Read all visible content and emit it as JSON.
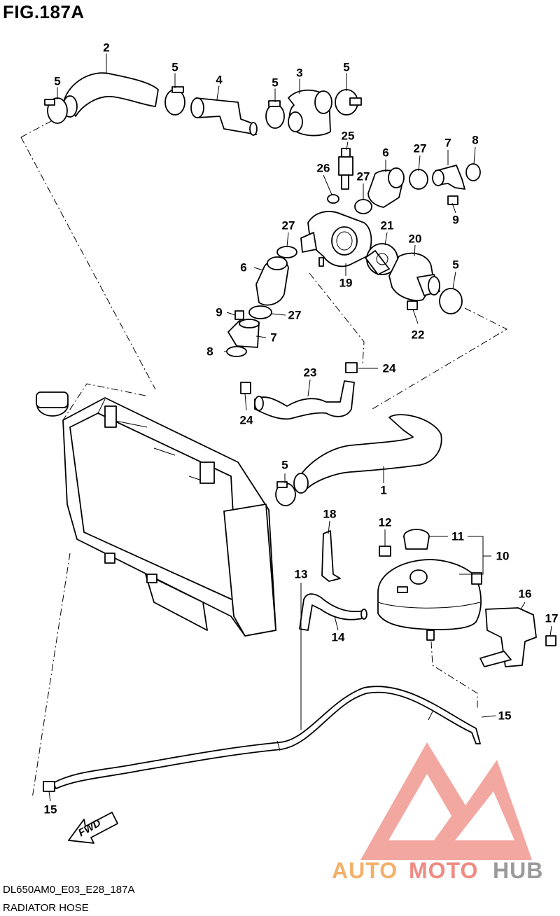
{
  "figure_title": "FIG.187A",
  "footer": {
    "diagram_code": "DL650AM0_E03_E28_187A",
    "section_name": "RADIATOR HOSE"
  },
  "direction_marker": {
    "label": "FWD",
    "icon": "fwd-arrow-icon"
  },
  "watermark": {
    "part1": "AUTO",
    "part2": "MOTO",
    "part3": "HUB",
    "colors": {
      "auto": "#f4b06a",
      "moto": "#f08a82",
      "hub": "#9a9a9a",
      "logo": "#f08a82"
    }
  },
  "callouts": [
    {
      "id": "c2",
      "label": "2"
    },
    {
      "id": "c5a",
      "label": "5"
    },
    {
      "id": "c5b",
      "label": "5"
    },
    {
      "id": "c4",
      "label": "4"
    },
    {
      "id": "c5c",
      "label": "5"
    },
    {
      "id": "c3",
      "label": "3"
    },
    {
      "id": "c5d",
      "label": "5"
    },
    {
      "id": "c25",
      "label": "25"
    },
    {
      "id": "c26",
      "label": "26"
    },
    {
      "id": "c27a",
      "label": "27"
    },
    {
      "id": "c6a",
      "label": "6"
    },
    {
      "id": "c27b",
      "label": "27"
    },
    {
      "id": "c7a",
      "label": "7"
    },
    {
      "id": "c8a",
      "label": "8"
    },
    {
      "id": "c9a",
      "label": "9"
    },
    {
      "id": "c27c",
      "label": "27"
    },
    {
      "id": "c21",
      "label": "21"
    },
    {
      "id": "c20",
      "label": "20"
    },
    {
      "id": "c6b",
      "label": "6"
    },
    {
      "id": "c19",
      "label": "19"
    },
    {
      "id": "c5e",
      "label": "5"
    },
    {
      "id": "c9b",
      "label": "9"
    },
    {
      "id": "c27d",
      "label": "27"
    },
    {
      "id": "c22",
      "label": "22"
    },
    {
      "id": "c7b",
      "label": "7"
    },
    {
      "id": "c8b",
      "label": "8"
    },
    {
      "id": "c23",
      "label": "23"
    },
    {
      "id": "c24a",
      "label": "24"
    },
    {
      "id": "c24b",
      "label": "24"
    },
    {
      "id": "c5f",
      "label": "5"
    },
    {
      "id": "c1",
      "label": "1"
    },
    {
      "id": "c18",
      "label": "18"
    },
    {
      "id": "c12",
      "label": "12"
    },
    {
      "id": "c11",
      "label": "11"
    },
    {
      "id": "c10",
      "label": "10"
    },
    {
      "id": "c16",
      "label": "16"
    },
    {
      "id": "c17",
      "label": "17"
    },
    {
      "id": "c14",
      "label": "14"
    },
    {
      "id": "c13",
      "label": "13"
    },
    {
      "id": "c15a",
      "label": "15"
    },
    {
      "id": "c15b",
      "label": "15"
    }
  ]
}
